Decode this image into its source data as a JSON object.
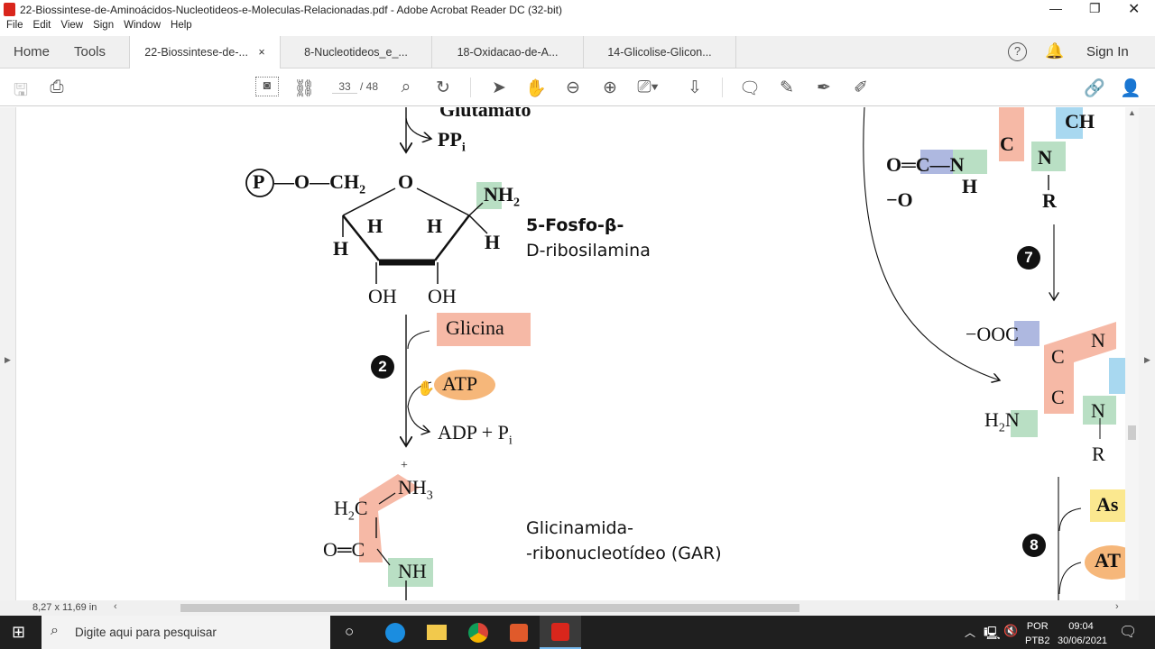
{
  "window": {
    "title": "22-Biossintese-de-Aminoácidos-Nucleotideos-e-Moleculas-Relacionadas.pdf - Adobe Acrobat Reader DC (32-bit)"
  },
  "menu": [
    "File",
    "Edit",
    "View",
    "Sign",
    "Window",
    "Help"
  ],
  "tabs": {
    "home": "Home",
    "tools": "Tools",
    "docs": [
      "22-Biossintese-de-...",
      "8-Nucleotideos_e_...",
      "18-Oxidacao-de-A...",
      "14-Glicolise-Glicon..."
    ],
    "close": "×",
    "sign_in": "Sign In"
  },
  "toolbar": {
    "page_current": "33",
    "page_total": "/ 48"
  },
  "document": {
    "glutamato": "Glutamato",
    "ppi": "PP",
    "ppi_sub": "i",
    "p": "P",
    "o_ch2": "—O—CH",
    "sub2": "2",
    "ring_o": "O",
    "nh2": "NH",
    "h": "H",
    "oh": "OH",
    "prpp_label_1": "5-Fosfo-β-",
    "prpp_label_2": "D-ribosilamina",
    "glicina": "Glicina",
    "step2": "2",
    "atp": "ATP",
    "adp_pi": "ADP + P",
    "pi_sub": "i",
    "plus": "+",
    "nh3": "NH",
    "sub3": "3",
    "h2c": "H",
    "c": "C",
    "o_eq": "O",
    "nh": "NH",
    "gar_label_1": "Glicinamida-",
    "gar_label_2": "-ribonucleotídeo (GAR)",
    "r_top": {
      "ch": "CH",
      "c": "C",
      "n": "N",
      "o": "O",
      "h": "H",
      "r": "R",
      "o_minus": "−O"
    },
    "step7": "7",
    "r_bottom": {
      "ooc": "−OOC",
      "c": "C",
      "n": "N",
      "h2n": "H",
      "r": "R"
    },
    "step8": "8",
    "asp": "As",
    "atp2": "AT"
  },
  "colors": {
    "pink": "#f6b9a6",
    "green": "#b9dfc4",
    "blue": "#aeb8e0",
    "cyan": "#a8d8f0",
    "orange": "#f6b77a",
    "yellow": "#fbe88f",
    "acrobat_red": "#d9261c"
  },
  "status": {
    "page_size": "8,27 x 11,69 in"
  },
  "taskbar": {
    "search_placeholder": "Digite aqui para pesquisar",
    "lang1": "POR",
    "lang2": "PTB2",
    "time": "09:04",
    "date": "30/06/2021"
  }
}
